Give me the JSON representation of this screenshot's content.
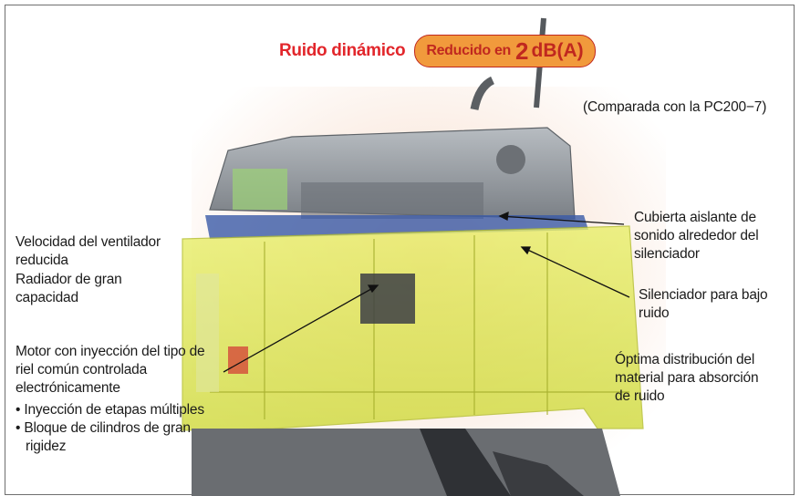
{
  "title": {
    "prefix": "Ruido dinámico",
    "badge_text": "Reducido en",
    "badge_value": "2",
    "badge_unit": "dB(A)"
  },
  "comparison_note": "(Comparada con la PC200−7)",
  "labels": {
    "fan_speed": [
      "Velocidad del ventilador",
      "reducida"
    ],
    "radiator": [
      "Radiador de gran",
      "capacidad"
    ],
    "engine": [
      "Motor con inyección del tipo de",
      "riel común controlada",
      "electrónicamente"
    ],
    "engine_features": [
      "• Inyección de etapas múltiples",
      "• Bloque de cilindros de gran",
      "rigidez"
    ],
    "cover": [
      "Cubierta aislante de",
      "sonido alrededor del",
      "silenciador"
    ],
    "muffler": [
      "Silenciador para bajo",
      "ruido"
    ],
    "material": [
      "Óptima distribución del",
      "material para absorción",
      "de ruido"
    ]
  },
  "colors": {
    "title_red": "#e2262b",
    "badge_fill": "#f19a3c",
    "machine_yellow": "#dde83a",
    "engine_cover_gray": "#8e9398"
  }
}
